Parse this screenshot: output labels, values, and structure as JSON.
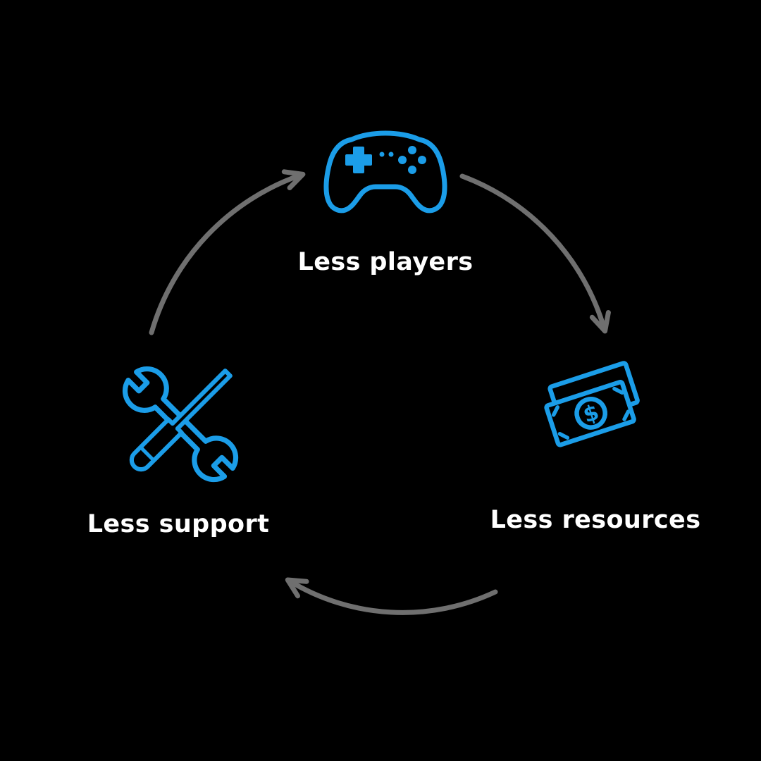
{
  "diagram": {
    "type": "cycle",
    "background": "#000000",
    "colors": {
      "accent": "#1b9de8",
      "arrow": "#6f6f6f",
      "text": "#ffffff"
    },
    "nodes": [
      {
        "id": "players",
        "label": "Less players",
        "icon": "game-controller-icon",
        "position": "top"
      },
      {
        "id": "resources",
        "label": "Less resources",
        "icon": "money-icon",
        "position": "right"
      },
      {
        "id": "support",
        "label": "Less support",
        "icon": "tools-icon",
        "position": "left"
      }
    ],
    "edges": [
      {
        "from": "support",
        "to": "players"
      },
      {
        "from": "players",
        "to": "resources"
      },
      {
        "from": "resources",
        "to": "support"
      }
    ]
  }
}
